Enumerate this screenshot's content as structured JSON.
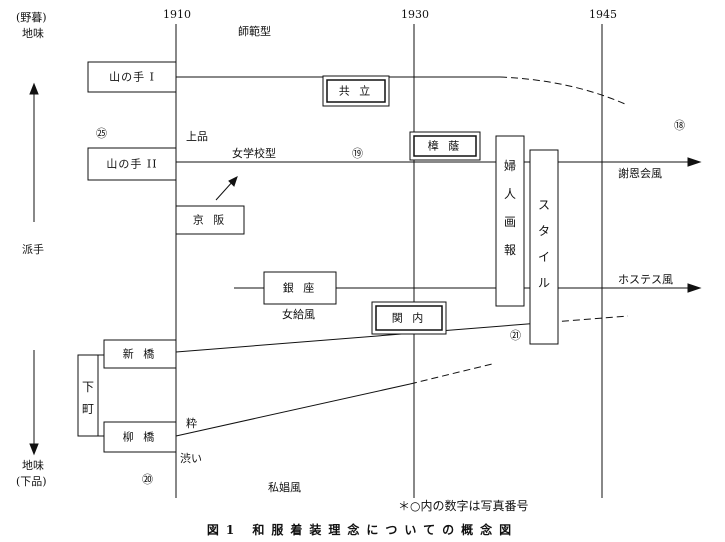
{
  "timeline": {
    "years": [
      "1910",
      "1930",
      "1945"
    ]
  },
  "axis_labels": {
    "top_yabo": "(野暮)",
    "top_jimi": "地味",
    "middle": "派手",
    "bottom_jimi": "地味",
    "bottom_gehin": "(下品)"
  },
  "styles": {
    "shihan": "師範型",
    "jogakko": "女学校型",
    "joshoku": "女給風",
    "shien": "私娼風",
    "shaon": "謝恩会風",
    "hostess": "ホステス風"
  },
  "boxes": {
    "yamanote1": "山の手 I",
    "yamanote2": "山の手 II",
    "kyohan": "京 阪",
    "ginza": "銀 座",
    "shinbashi": "新 橋",
    "yanagibashi": "柳 橋",
    "shitamachi": "下町",
    "kyoritsu": "共 立",
    "kan_nai": "関 内",
    "seisho": "樟 蔭",
    "fujin_gaho": "婦人画報",
    "style": "スタイル"
  },
  "markers": {
    "jouhin": "上品",
    "iki": "粋",
    "shibui": "渋い"
  },
  "photo_numbers": {
    "n25": "㉕",
    "n19": "⑲",
    "n18": "⑱",
    "n21": "㉑",
    "n20": "⑳"
  },
  "footnote": "＊○内の数字は写真番号",
  "caption": "図1 和服着装理念についての概念図"
}
